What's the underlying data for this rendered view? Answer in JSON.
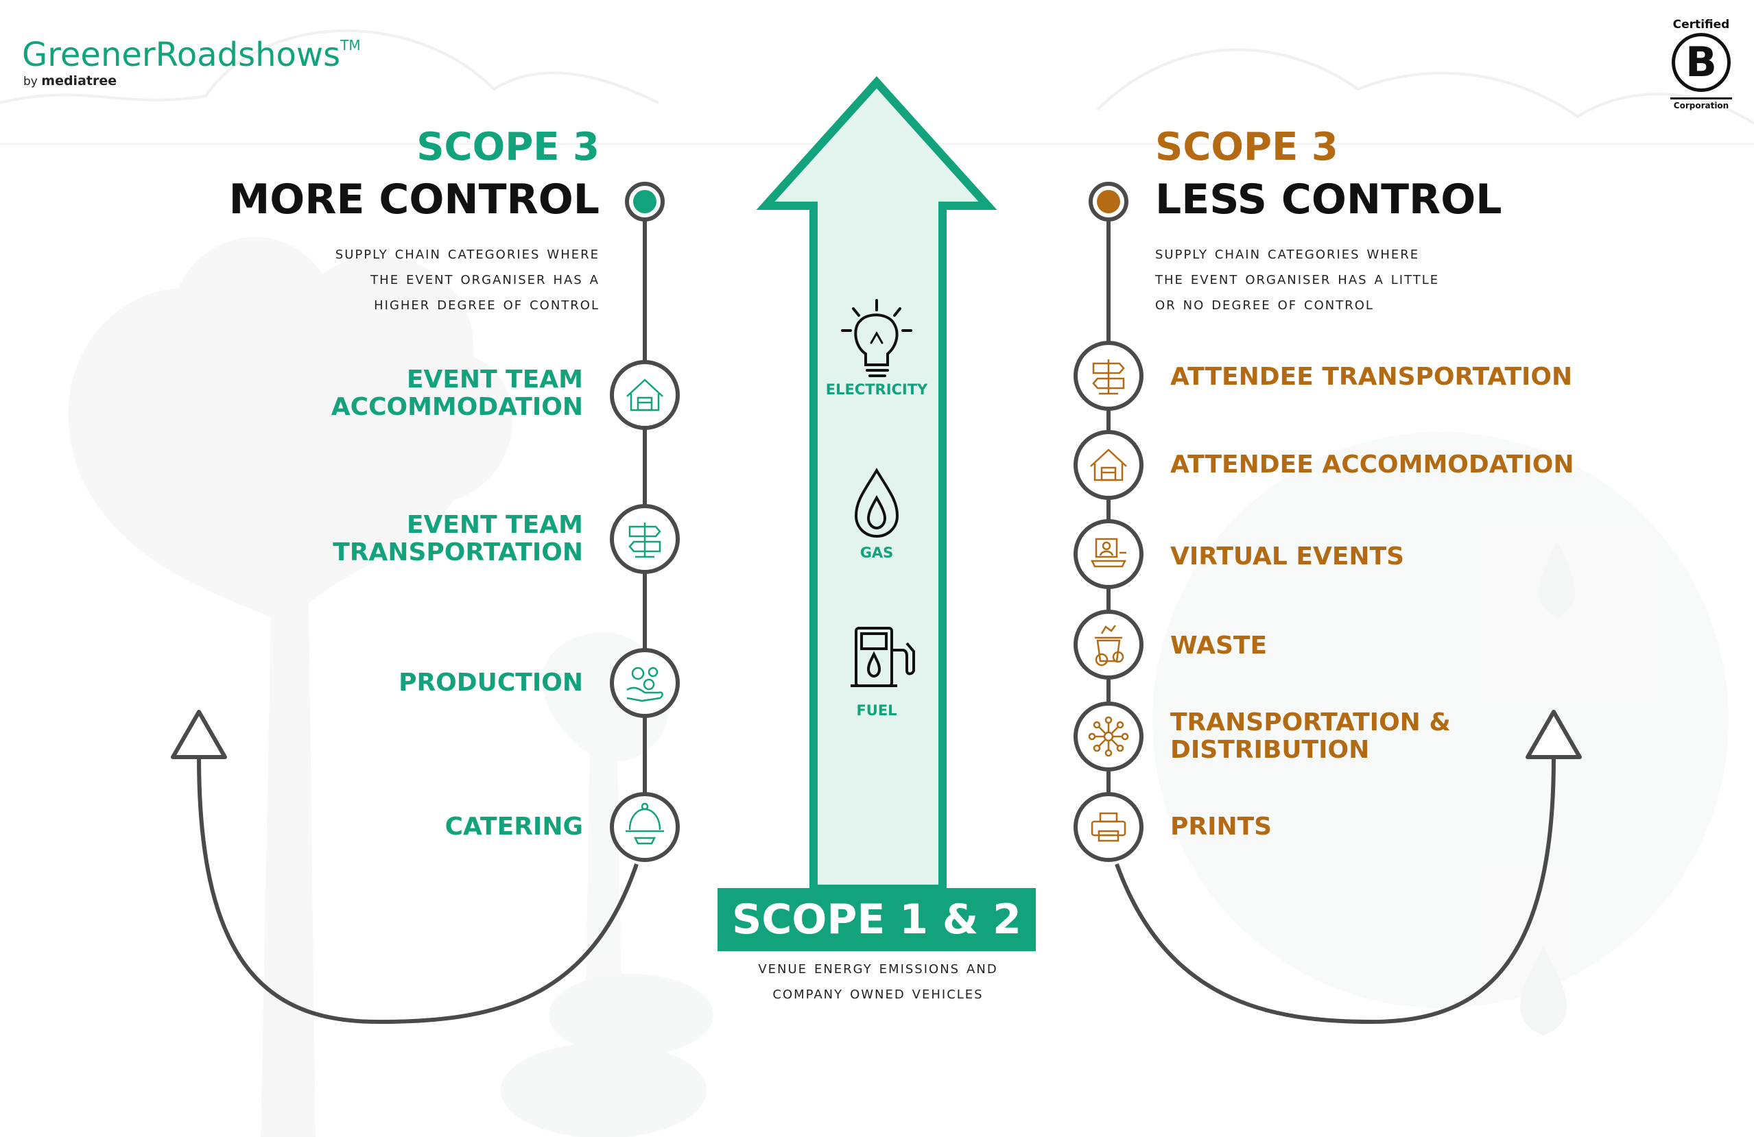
{
  "brand": {
    "name": "GreenerRoadshows",
    "tm": "TM",
    "by": "by",
    "org": "mediatree"
  },
  "certification": {
    "top": "Certified",
    "letter": "B",
    "bottom": "Corporation"
  },
  "left": {
    "scope": "SCOPE 3",
    "control": "MORE CONTROL",
    "description": [
      "Supply chain categories where",
      "the event organiser has a",
      "higher degree of control"
    ],
    "items": [
      {
        "line1": "EVENT TEAM",
        "line2": "ACCOMMODATION",
        "icon": "house-icon"
      },
      {
        "line1": "EVENT TEAM",
        "line2": "TRANSPORTATION",
        "icon": "signpost-icon"
      },
      {
        "line1": "PRODUCTION",
        "line2": "",
        "icon": "gears-hand-icon"
      },
      {
        "line1": "CATERING",
        "line2": "",
        "icon": "cloche-icon"
      }
    ]
  },
  "right": {
    "scope": "SCOPE 3",
    "control": "LESS CONTROL",
    "description": [
      "Supply chain categories where",
      "the event organiser has a little",
      "or no degree of control"
    ],
    "items": [
      {
        "line1": "ATTENDEE TRANSPORTATION",
        "line2": "",
        "icon": "signpost-icon"
      },
      {
        "line1": "ATTENDEE ACCOMMODATION",
        "line2": "",
        "icon": "house-icon"
      },
      {
        "line1": "VIRTUAL EVENTS",
        "line2": "",
        "icon": "laptop-user-icon"
      },
      {
        "line1": "WASTE",
        "line2": "",
        "icon": "waste-bin-icon"
      },
      {
        "line1": "TRANSPORTATION &",
        "line2": "DISTRIBUTION",
        "icon": "network-icon"
      },
      {
        "line1": "PRINTS",
        "line2": "",
        "icon": "printer-icon"
      }
    ]
  },
  "center": {
    "items": [
      {
        "label": "ELECTRICITY",
        "icon": "lightbulb-icon"
      },
      {
        "label": "GAS",
        "icon": "flame-drop-icon"
      },
      {
        "label": "FUEL",
        "icon": "fuel-pump-icon"
      }
    ],
    "scope": "SCOPE 1 & 2",
    "description": [
      "Venue energy emissions and",
      "company owned vehicles"
    ]
  },
  "colors": {
    "green": "#12a37d",
    "brown": "#b36a13",
    "gray": "#4a4a4a",
    "arrowFill": "#e3f4ef"
  }
}
